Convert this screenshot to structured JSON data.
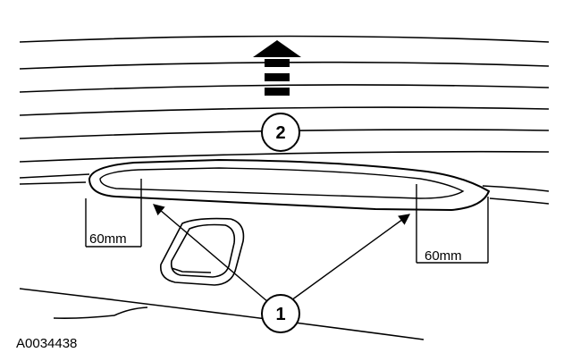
{
  "figure": {
    "reference_id": "A0034438",
    "callouts": [
      "1",
      "2"
    ],
    "dimension_left": "60mm",
    "dimension_right": "60mm"
  }
}
